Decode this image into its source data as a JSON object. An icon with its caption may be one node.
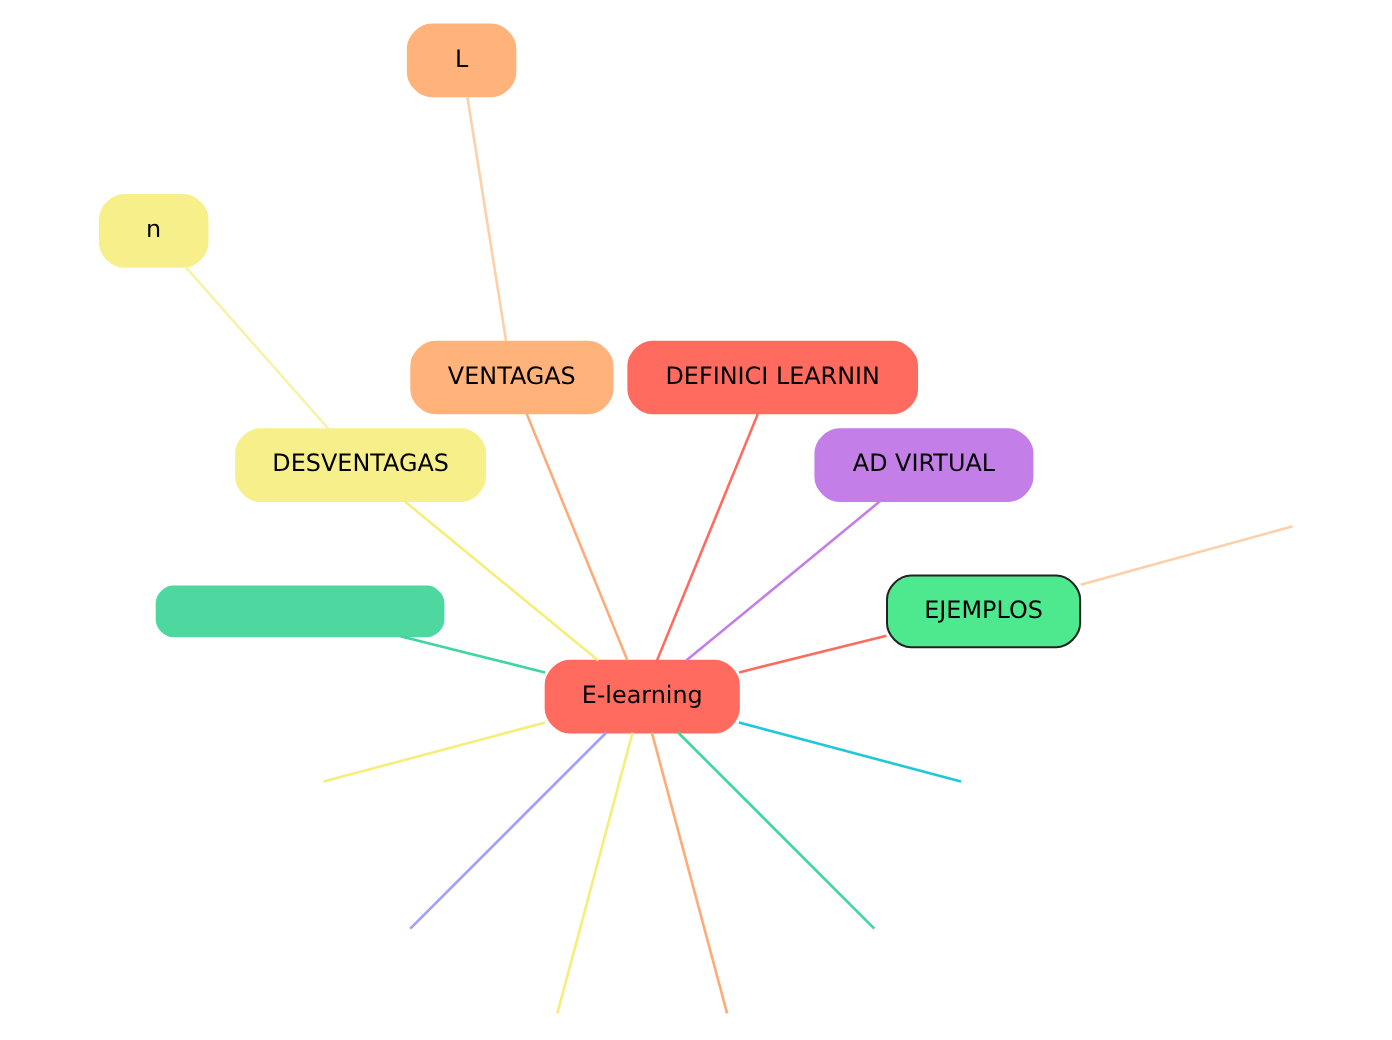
{
  "diagram": {
    "nodes": [
      {
        "text": [
          "E-learning"
        ]
      },
      {
        "text": [
          "EJEMPLOS"
        ]
      },
      {
        "text": [
          "AD VIRTUAL"
        ]
      },
      {
        "text": [
          "DEFINICI LEARNIN"
        ]
      },
      {
        "text": [
          "VENTAGAS"
        ]
      },
      {
        "text": [
          "L"
        ]
      },
      {
        "text": [
          "DESVENTAGAS"
        ]
      },
      {
        "text": [
          "n"
        ]
      },
      {
        "text": [],
        "shape": "box"
      }
    ],
    "edges": [
      {
        "from": 0,
        "to": 3,
        "arrow": "none",
        "color": "#ff6b5e"
      },
      {
        "from": 0,
        "to": 4,
        "arrow": "none",
        "color": "#ffaa77"
      },
      {
        "from": 0,
        "to": 6,
        "arrow": "none",
        "color": "#f5ef7a"
      },
      {
        "from": 0,
        "to": 8,
        "arrow": "none",
        "color": "#3ed6a0"
      },
      {
        "from": 0,
        "to": 1,
        "arrow": "none",
        "color": "#ff6b5e"
      },
      {
        "from": 0,
        "to": 2,
        "arrow": "none",
        "color": "#c47ee8"
      },
      {
        "from": 0,
        "to": null,
        "arrow": "none",
        "color": "#ffaa77"
      },
      {
        "from": 0,
        "to": null,
        "arrow": "none",
        "color": "#f5ef7a"
      },
      {
        "from": 0,
        "to": null,
        "arrow": "none",
        "color": "#3ed6a0"
      },
      {
        "from": 0,
        "to": null,
        "arrow": "none",
        "color": "#9f9fff"
      },
      {
        "from": 0,
        "to": null,
        "arrow": "none",
        "color": "#f5ef7a"
      },
      {
        "from": 0,
        "to": null,
        "arrow": "none",
        "color": "#1ec8d8"
      },
      {
        "from": 1,
        "to": null,
        "arrow": "none",
        "color": "#ffcfa8"
      },
      {
        "from": 4,
        "to": 5,
        "arrow": "none",
        "color": "#ffcfa8"
      },
      {
        "from": 6,
        "to": 7,
        "arrow": "none",
        "color": "#f8f2a8"
      }
    ]
  }
}
